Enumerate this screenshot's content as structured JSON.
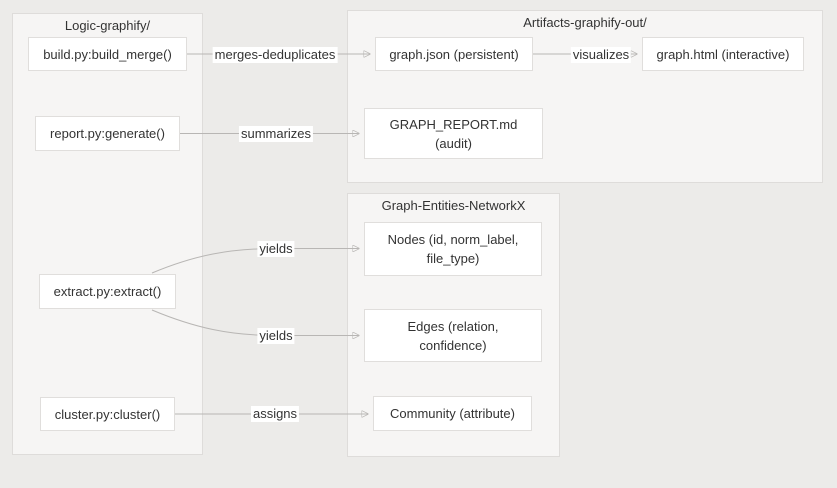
{
  "diagram": {
    "type": "flowchart",
    "clusters": [
      {
        "id": "logic",
        "label": "Logic-graphify/"
      },
      {
        "id": "artifacts",
        "label": "Artifacts-graphify-out/"
      },
      {
        "id": "entities",
        "label": "Graph-Entities-NetworkX"
      }
    ],
    "nodes": [
      {
        "id": "build",
        "label": "build.py:build_merge()"
      },
      {
        "id": "report",
        "label": "report.py:generate()"
      },
      {
        "id": "extract",
        "label": "extract.py:extract()"
      },
      {
        "id": "cluster",
        "label": "cluster.py:cluster()"
      },
      {
        "id": "graphjson",
        "label": "graph.json (persistent)"
      },
      {
        "id": "graphhtml",
        "label": "graph.html (interactive)"
      },
      {
        "id": "reportmd",
        "line1": "GRAPH_REPORT.md",
        "line2": "(audit)"
      },
      {
        "id": "nodes",
        "line1": "Nodes (id, norm_label,",
        "line2": "file_type)"
      },
      {
        "id": "edges",
        "line1": "Edges (relation,",
        "line2": "confidence)"
      },
      {
        "id": "community",
        "label": "Community (attribute)"
      }
    ],
    "edges": [
      {
        "from": "build.py:build_merge()",
        "to": "graph.json (persistent)",
        "label": "merges-deduplicates"
      },
      {
        "from": "graph.json (persistent)",
        "to": "graph.html (interactive)",
        "label": "visualizes"
      },
      {
        "from": "report.py:generate()",
        "to": "GRAPH_REPORT.md (audit)",
        "label": "summarizes"
      },
      {
        "from": "extract.py:extract()",
        "to": "Nodes (id, norm_label, file_type)",
        "label": "yields"
      },
      {
        "from": "extract.py:extract()",
        "to": "Edges (relation, confidence)",
        "label": "yields2",
        "text": "yields"
      },
      {
        "from": "cluster.py:cluster()",
        "to": "Community (attribute)",
        "label": "assigns"
      }
    ],
    "edge_labels": {
      "merges": "merges-deduplicates",
      "visualizes": "visualizes",
      "summarizes": "summarizes",
      "yields1": "yields",
      "yields2": "yields",
      "assigns": "assigns"
    },
    "colors": {
      "page_background": "#ecebe9",
      "cluster_fill": "#f6f5f4",
      "cluster_border": "#dedcda",
      "node_fill": "#ffffff",
      "node_border": "#e0dedc",
      "text": "#333333",
      "edge_line": "#b8b6b4",
      "arrowhead": "#969492"
    }
  }
}
